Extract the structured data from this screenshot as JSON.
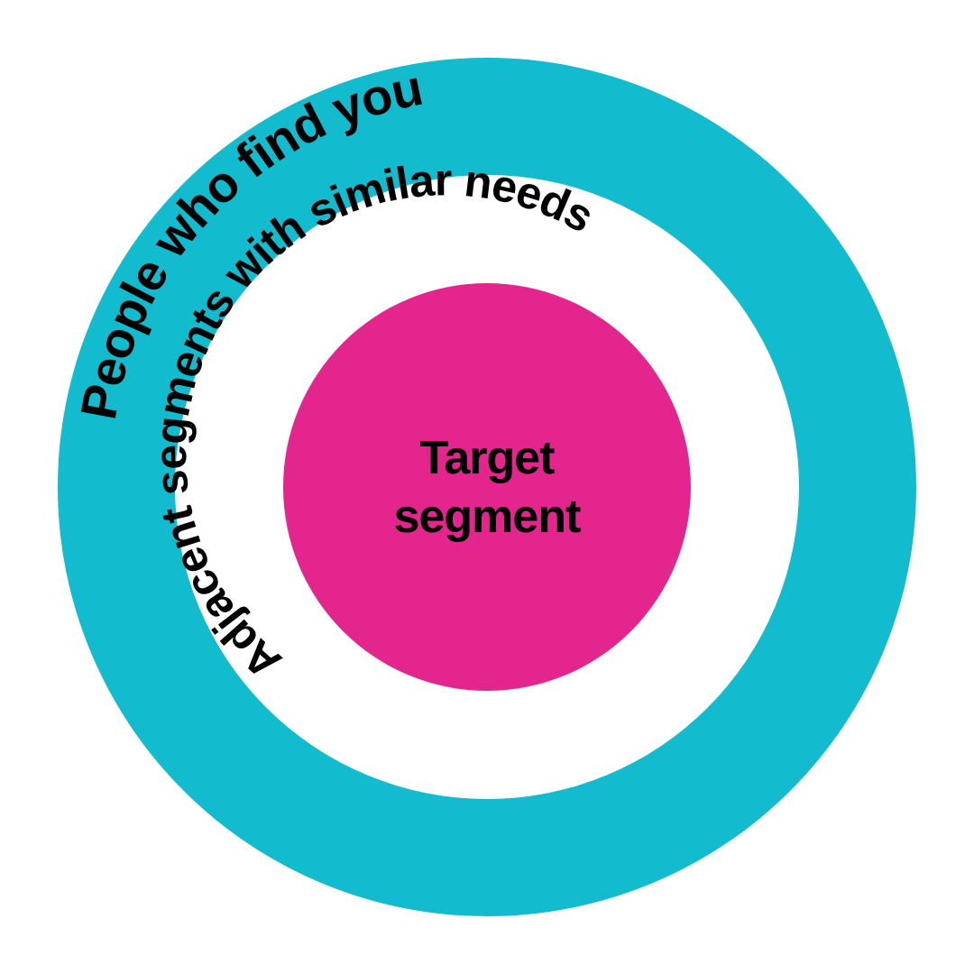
{
  "colors": {
    "outer_ring": "#12BBCE",
    "middle_ring": "#FFFFFF",
    "inner_circle": "#E5258E",
    "text": "#000000"
  },
  "rings": {
    "outer": {
      "label": "People who find you"
    },
    "middle": {
      "label": "Adjacent segments with similar needs"
    },
    "center": {
      "label_line1": "Target",
      "label_line2": "segment"
    }
  }
}
